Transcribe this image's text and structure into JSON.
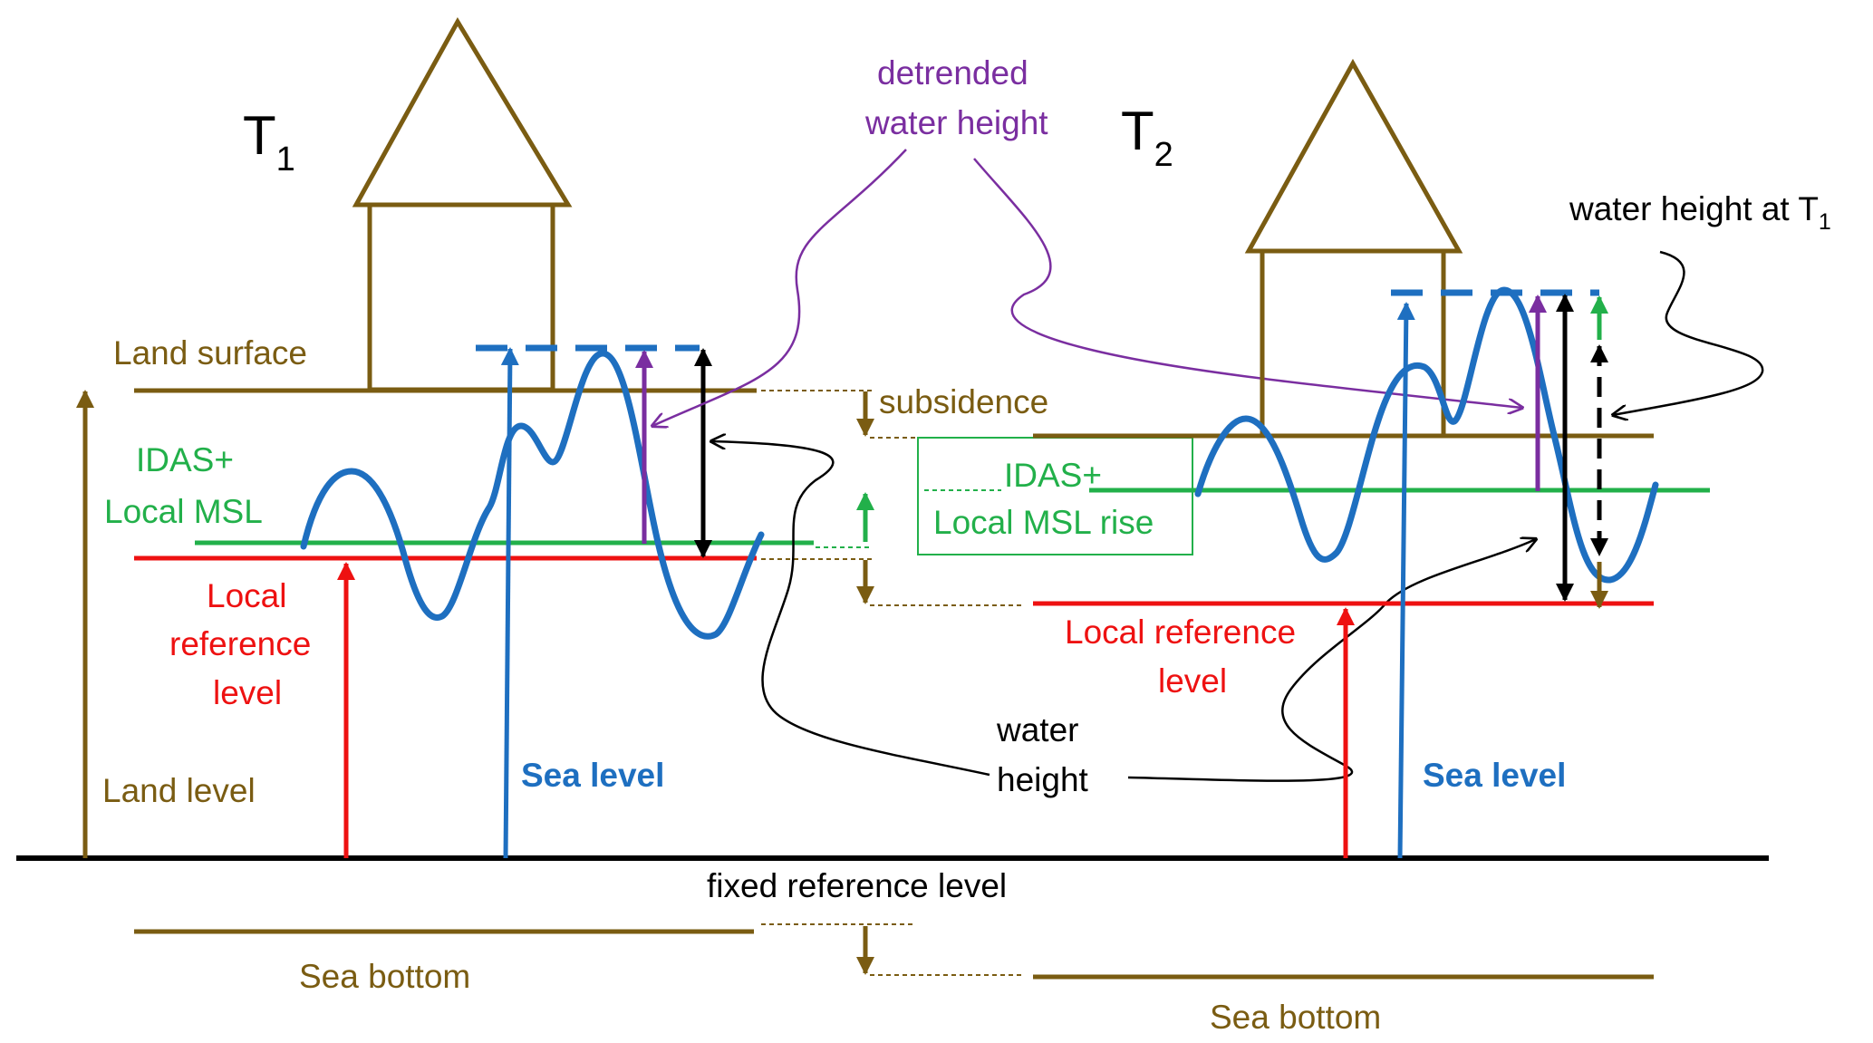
{
  "labels": {
    "t1_main": "T",
    "t1_sub": "1",
    "t2_main": "T",
    "t2_sub": "2",
    "land_surface": "Land surface",
    "idas_left_1": "IDAS+",
    "idas_left_2": "Local MSL",
    "local_ref_left_1": "Local",
    "local_ref_left_2": "reference",
    "local_ref_left_3": "level",
    "land_level": "Land level",
    "sea_level_left": "Sea level",
    "sea_level_right": "Sea level",
    "fixed_reference": "fixed reference level",
    "sea_bottom_left": "Sea bottom",
    "sea_bottom_right": "Sea bottom",
    "detrended_1": "detrended",
    "detrended_2": "water height",
    "subsidence": "subsidence",
    "idas_msl_rise_1": "IDAS+",
    "idas_msl_rise_2": "Local MSL rise",
    "local_ref_right_1": "Local reference",
    "local_ref_right_2": "level",
    "water_height_1": "water",
    "water_height_2": "height",
    "water_height_t1_main": "water height at T",
    "water_height_t1_sub": "1"
  },
  "colors": {
    "brown": "#7a5c12",
    "green": "#22b04a",
    "red": "#ee1111",
    "blue": "#1e6fc0",
    "purple": "#7a2ea0",
    "black": "#000000"
  }
}
